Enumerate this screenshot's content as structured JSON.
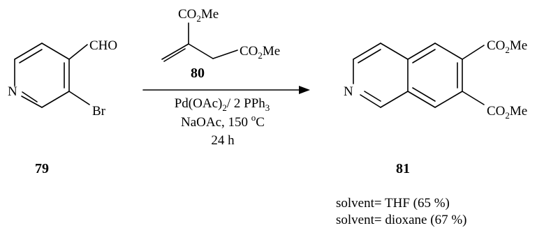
{
  "compounds": {
    "c79": {
      "number": "79",
      "atoms": {
        "cho": "CHO",
        "n": "N",
        "br": "Br"
      }
    },
    "c80": {
      "number": "80",
      "ester_top": {
        "main": "CO",
        "sub": "2",
        "tail": "Me"
      },
      "ester_right": {
        "main": "CO",
        "sub": "2",
        "tail": "Me"
      }
    },
    "c81": {
      "number": "81",
      "atoms": {
        "n": "N"
      },
      "ester_top": {
        "main": "CO",
        "sub": "2",
        "tail": "Me"
      },
      "ester_bottom": {
        "main": "CO",
        "sub": "2",
        "tail": "Me"
      }
    }
  },
  "conditions": {
    "catalyst": {
      "part1": "Pd(OAc)",
      "sub1": "2",
      "part2": "/ 2 PPh",
      "sub2": "3"
    },
    "base": {
      "part1": "NaOAc, 150 ",
      "sup": "o",
      "part2": "C"
    },
    "time": "24 h"
  },
  "solvents": [
    "solvent= THF (65 %)",
    "solvent= dioxane (67 %)"
  ]
}
